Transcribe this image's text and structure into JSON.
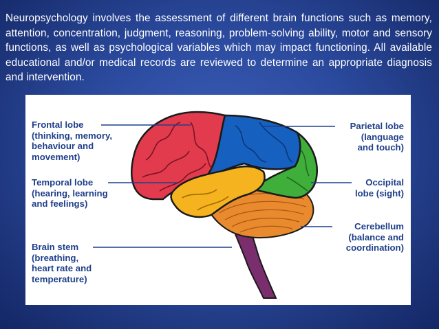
{
  "slide": {
    "paragraph": "Neuropsychology involves the assessment of different brain functions such as memory, attention, concentration, judgment, reasoning, problem-solving ability, motor and sensory functions, as well as psychological variables which may impact functioning. All available educational and/or medical records are reviewed to determine an appropriate diagnosis and intervention."
  },
  "diagram": {
    "labels": {
      "frontal": "Frontal lobe\n(thinking, memory,\nbehaviour and\nmovement)",
      "temporal": "Temporal lobe\n(hearing, learning\nand feelings)",
      "brainstem": "Brain stem\n(breathing,\nheart rate and\ntemperature)",
      "parietal": "Parietal lobe\n(language\nand touch)",
      "occipital": "Occipital\nlobe (sight)",
      "cerebellum": "Cerebellum\n(balance and\ncoordination)"
    },
    "colors": {
      "frontal": "#e23b4e",
      "parietal": "#1660c0",
      "occipital": "#3fae3a",
      "temporal": "#f5b320",
      "cerebellum": "#e98a2e",
      "brainstem": "#7b2e6e",
      "label_text": "#1f3f8a",
      "leader_line": "#1f3f8a"
    }
  }
}
